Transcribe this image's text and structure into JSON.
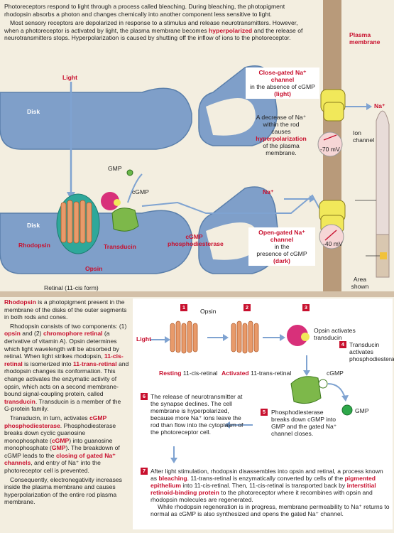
{
  "intro": {
    "p1": "Photoreceptors respond to light through a process called bleaching. During bleaching, the photopigment rhodopsin absorbs a photon and changes chemically into another component less sensitive to light.",
    "p2a": "Most sensory receptors are depolarized in response to a stimulus and release neurotransmitters. However, when a  photoreceptor is activated by light, the plasma membrane becomes ",
    "p2b": "hyperpolarized",
    "p2c": " and the release of neurotransmitters stops. Hyperpolarization is caused by shutting off the inflow of ions to the photoreceptor."
  },
  "top_labels": {
    "plasma_membrane": "Plasma membrane",
    "light": "Light",
    "disk_top": "Disk",
    "disk_bottom": "Disk",
    "gmp": "GMP",
    "cgmp": "cGMP",
    "rhodopsin": "Rhodopsin",
    "transducin": "Transducin",
    "opsin": "Opsin",
    "retinal": "Retinal (11-cis form)",
    "cgmp_pde": "cGMP phosphodiesterase",
    "close_gated_title": "Close-gated Na⁺ channel",
    "close_gated_sub1": "in the absence of cGMP",
    "close_gated_sub2": "(light)",
    "na_top": "Na⁺",
    "decrease_1": "A decrease of Na⁺",
    "decrease_2": "within the rod",
    "decrease_3": "causes",
    "decrease_4": "hyperpolarization",
    "decrease_5": "of the plasma",
    "decrease_6": "membrane.",
    "mv_70": "-70 mV",
    "ion_channel": "Ion channel",
    "na_mid": "Na⁺",
    "open_gated_title": "Open-gated Na⁺ channel",
    "open_gated_sub1": "in the",
    "open_gated_sub2": "presence of cGMP",
    "open_gated_sub3": "(dark)",
    "mv_40": "-40 mV",
    "area_shown": "Area shown"
  },
  "bottom_left": {
    "p1a": "Rhodopsin",
    "p1b": " is a photopigment present in the membrane of the disks of the outer segments in both rods and cones.",
    "p2a": "Rhodopsin consists of two components: (1) ",
    "p2b": "opsin",
    "p2c": " and (2) ",
    "p2d": "chromophore retinal",
    "p2e": " (a derivative of vitamin A). Opsin determines which light wavelength will be absorbed by retinal. When light strikes rhodopsin, ",
    "p2f": "11-cis-retinal",
    "p2g": " is isomerized into ",
    "p2h": "11-trans-retinal",
    "p2i": " and rhodopsin changes its conformation. This change activates the enzymatic activity of opsin, which acts on a second membrane-bound signal-coupling protein, called ",
    "p2j": "transducin",
    "p2k": ". Transducin is a member of the G-protein family.",
    "p3a": "Transducin, in turn, activates ",
    "p3b": "cGMP phosphodiesterase",
    "p3c": ". Phosphodiesterase breaks down cyclic guanosine monophosphate (",
    "p3d": "cGMP",
    "p3e": ") into guanosine monophosphate (",
    "p3f": "GMP",
    "p3g": "). The breakdown of cGMP leads to the ",
    "p3h": "closing of gated Na⁺ channels",
    "p3i": ", and entry of Na⁺ into the photoreceptor cell is prevented.",
    "p4": "Consequently, electronegativity increases inside the plasma membrane and causes hyperpolarization of the entire rod plasma membrane."
  },
  "steps": {
    "n1": "1",
    "n2": "2",
    "n3": "3",
    "n4": "4",
    "n5": "5",
    "n6": "6",
    "n7": "7",
    "opsin": "Opsin",
    "light": "Light",
    "resting_a": "Resting",
    "resting_b": " 11-cis-retinal",
    "activated_a": "Activated",
    "activated_b": " 11-trans-retinal",
    "s3": "Opsin activates transducin",
    "s4": "Transducin activates phosphodiesterase.",
    "cgmp": "cGMP",
    "gmp": "GMP",
    "s5": "Phosphodiesterase breaks down cGMP into GMP and the gated Na⁺ channel closes.",
    "s6": "The release of neurotransmitter at the synapse declines. The cell membrane  is hyperpolarized, because more Na⁺ ions leave the rod than flow into the cytoplasm of the  photoreceptor cell.",
    "s7a": "After light stimulation, rhodopsin disassembles into opsin and retinal, a process known as ",
    "s7b": "bleaching",
    "s7c": ". 11-trans-retinal is enzymatically converted by cells of the ",
    "s7d": "pigmented epithelium",
    "s7e": " into 11-cis-retinal.  Then, 11-cis-retinal is transported back by ",
    "s7f": "interstitial retinoid-binding protein",
    "s7g": " to the photoreceptor where it recombines with opsin and rhodopsin molecules are regenerated.",
    "s7h": "While rhodopsin regeneration is in progress, membrane permeability to Na⁺ returns to normal as cGMP is also synthesized and opens the gated  Na⁺ channel."
  },
  "colors": {
    "background": "#f3eee0",
    "disk": "#7f9fc9",
    "accent_red": "#c8102e",
    "membrane": "#b89a7a",
    "channel_yellow": "#f1e85a",
    "transducin_magenta": "#d8307a",
    "pde_green": "#7db84a"
  }
}
